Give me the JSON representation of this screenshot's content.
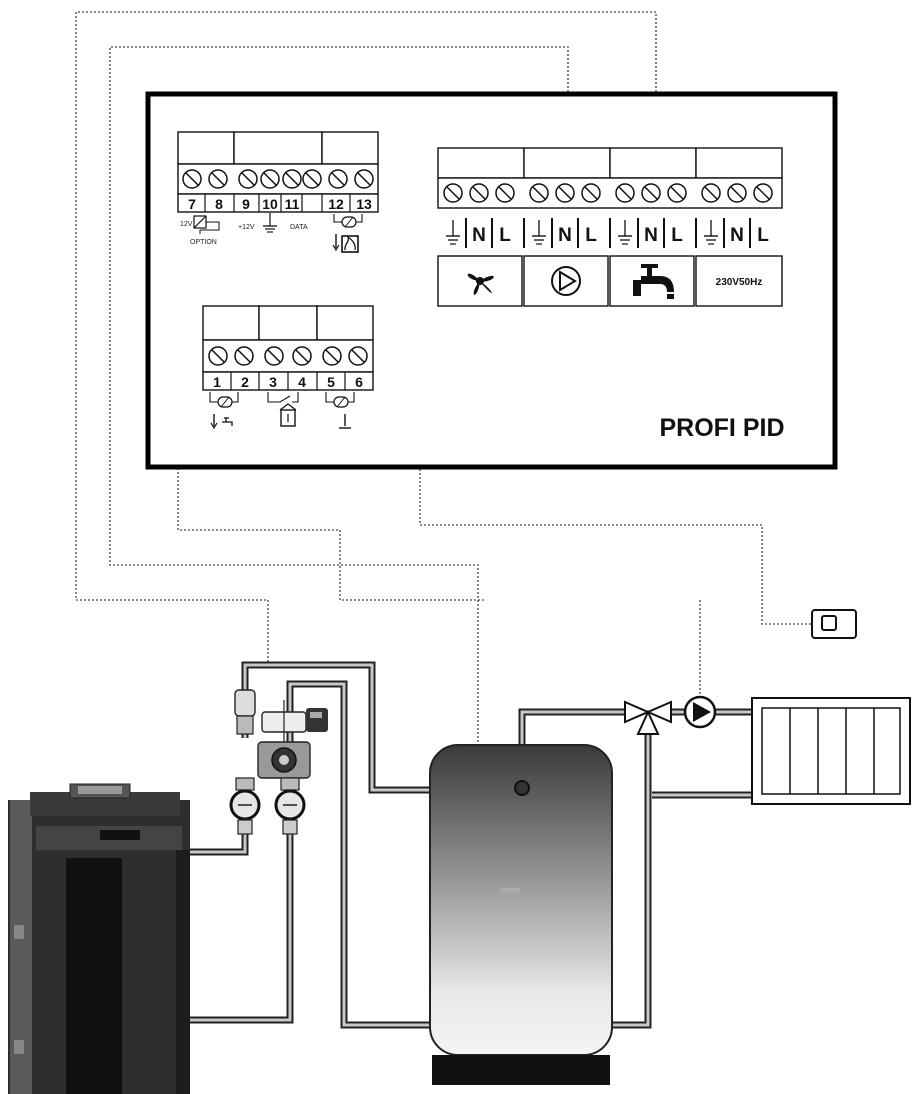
{
  "panel": {
    "title": "PROFI PID"
  },
  "top_left_block": {
    "terminal_numbers": [
      "7",
      "8",
      "9",
      "10",
      "11",
      "12",
      "13"
    ],
    "label_12v": "12V",
    "label_option": "OPTION",
    "label_plus12v": "+12V",
    "label_data": "DATA"
  },
  "power_block": {
    "nl_labels": [
      "N",
      "L"
    ],
    "groups": [
      {
        "icon": "fan-icon"
      },
      {
        "icon": "pump-icon"
      },
      {
        "icon": "tap-icon"
      },
      {
        "label": "230V50Hz"
      }
    ]
  },
  "sensor_block": {
    "terminal_numbers": [
      "1",
      "2",
      "3",
      "4",
      "5",
      "6"
    ]
  },
  "colors": {
    "panel_border": "#000000",
    "wire": "#666666",
    "pipe": "#222222"
  }
}
